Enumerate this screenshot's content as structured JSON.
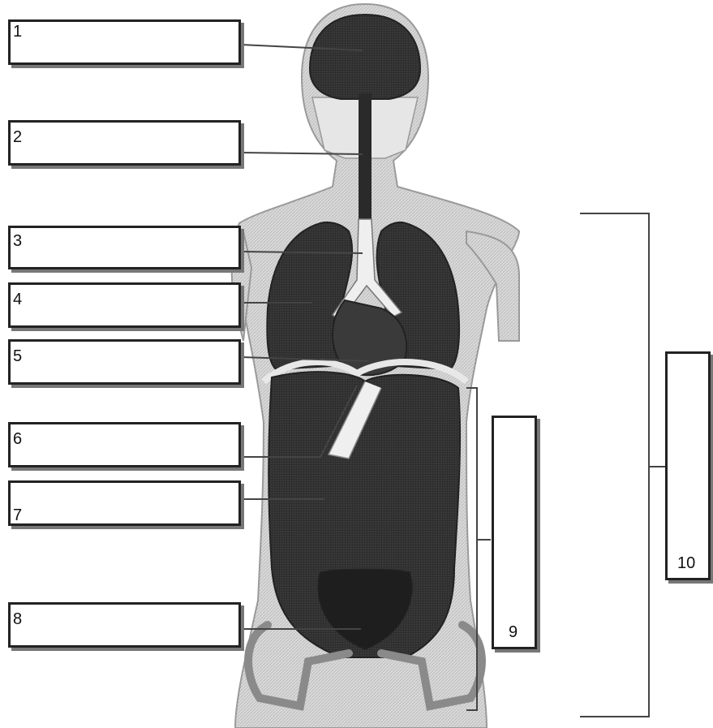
{
  "diagram": {
    "labels": [
      {
        "id": "1",
        "text": "1",
        "answer": ""
      },
      {
        "id": "2",
        "text": "2",
        "answer": ""
      },
      {
        "id": "3",
        "text": "3",
        "answer": ""
      },
      {
        "id": "4",
        "text": "4",
        "answer": ""
      },
      {
        "id": "5",
        "text": "5",
        "answer": ""
      },
      {
        "id": "6",
        "text": "6",
        "answer": ""
      },
      {
        "id": "7",
        "text": "7",
        "answer": ""
      },
      {
        "id": "8",
        "text": "8",
        "answer": ""
      },
      {
        "id": "9",
        "text": "9",
        "answer": ""
      },
      {
        "id": "10",
        "text": "10",
        "answer": ""
      }
    ],
    "colors": {
      "organ_dark": "#2b2b2b",
      "body_shade": "#d6d6d6",
      "outline": "#222222",
      "box_shadow": "#777777"
    }
  }
}
